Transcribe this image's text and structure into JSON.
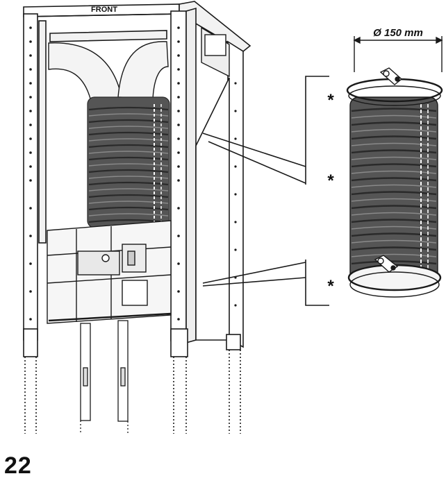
{
  "frame": {
    "front_label": "FRONT"
  },
  "detail": {
    "diameter_label": "Ø 150 mm",
    "markers": [
      "*",
      "*",
      "*"
    ]
  },
  "step_number": "22",
  "colors": {
    "line": "#1a1a1a",
    "hose_dark": "#555555",
    "hose_ridge": "#2a2a2a",
    "frame_fill": "#ffffff",
    "panel_fill": "#f4f4f4",
    "shade": "#e6e6e6"
  }
}
